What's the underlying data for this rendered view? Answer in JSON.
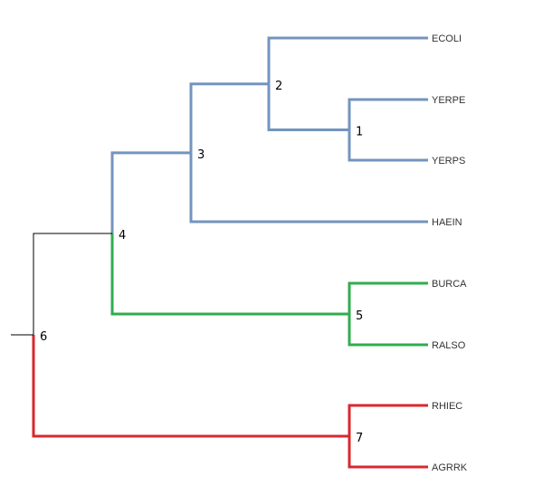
{
  "colors": {
    "blue": "#7394be",
    "green": "#2fad4e",
    "red": "#d8282f",
    "root": "#000000"
  },
  "leaves": [
    {
      "id": "ECOLI",
      "label": "ECOLI"
    },
    {
      "id": "YERPE",
      "label": "YERPE"
    },
    {
      "id": "YERPS",
      "label": "YERPS"
    },
    {
      "id": "HAEIN",
      "label": "HAEIN"
    },
    {
      "id": "BURCA",
      "label": "BURCA"
    },
    {
      "id": "RALSO",
      "label": "RALSO"
    },
    {
      "id": "RHIEC",
      "label": "RHIEC"
    },
    {
      "id": "AGRRK",
      "label": "AGRRK"
    }
  ],
  "internal_nodes": [
    {
      "id": "n1",
      "label": "1",
      "children": [
        "YERPE",
        "YERPS"
      ],
      "color": "blue"
    },
    {
      "id": "n2",
      "label": "2",
      "children": [
        "ECOLI",
        "n1"
      ],
      "color": "blue"
    },
    {
      "id": "n3",
      "label": "3",
      "children": [
        "n2",
        "HAEIN"
      ],
      "color": "blue"
    },
    {
      "id": "n5",
      "label": "5",
      "children": [
        "BURCA",
        "RALSO"
      ],
      "color": "green"
    },
    {
      "id": "n4",
      "label": "4",
      "children": [
        "n3",
        "n5"
      ],
      "color": "root"
    },
    {
      "id": "n7",
      "label": "7",
      "children": [
        "RHIEC",
        "AGRRK"
      ],
      "color": "red"
    },
    {
      "id": "n6",
      "label": "6",
      "children": [
        "n4",
        "n7"
      ],
      "color": "root"
    }
  ]
}
